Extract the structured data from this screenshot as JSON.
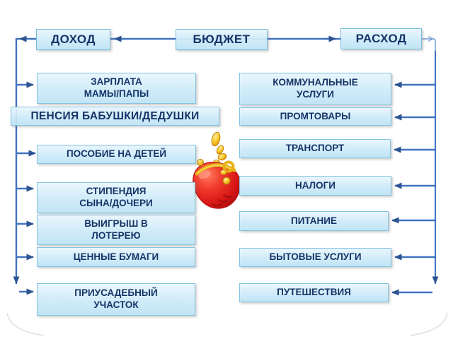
{
  "headers": {
    "income": "ДОХОД",
    "budget": "БЮДЖЕТ",
    "expense": "РАСХОД"
  },
  "income_items": [
    "ЗАРПЛАТА\nМАМЫ/ПАПЫ",
    "ПЕНСИЯ БАБУШКИ/ДЕДУШКИ",
    "ПОСОБИЕ НА ДЕТЕЙ",
    "СТИПЕНДИЯ\nСЫНА/ДОЧЕРИ",
    "ВЫИГРЫШ В\nЛОТЕРЕЮ",
    "ЦЕННЫЕ БУМАГИ",
    "ПРИУСАДЕБНЫЙ\nУЧАСТОК"
  ],
  "expense_items": [
    "КОММУНАЛЬНЫЕ\nУСЛУГИ",
    "ПРОМТОВАРЫ",
    "ТРАНСПОРТ",
    "НАЛОГИ",
    "ПИТАНИЕ",
    "БЫТОВЫЕ УСЛУГИ",
    "ПУТЕШЕСТВИЯ"
  ],
  "illustration": {
    "icon": "red-coin-purse-with-falling-coins"
  },
  "colors": {
    "connector_line": "#4173bf",
    "arrowhead": "#2d5492",
    "box_border": "#85c4e1",
    "box_fill_top": "#e8f6fd",
    "box_fill_bottom": "#bce3f5",
    "text": "#163468",
    "purse_red": "#d61414",
    "coin_gold": "#f7c62a"
  }
}
